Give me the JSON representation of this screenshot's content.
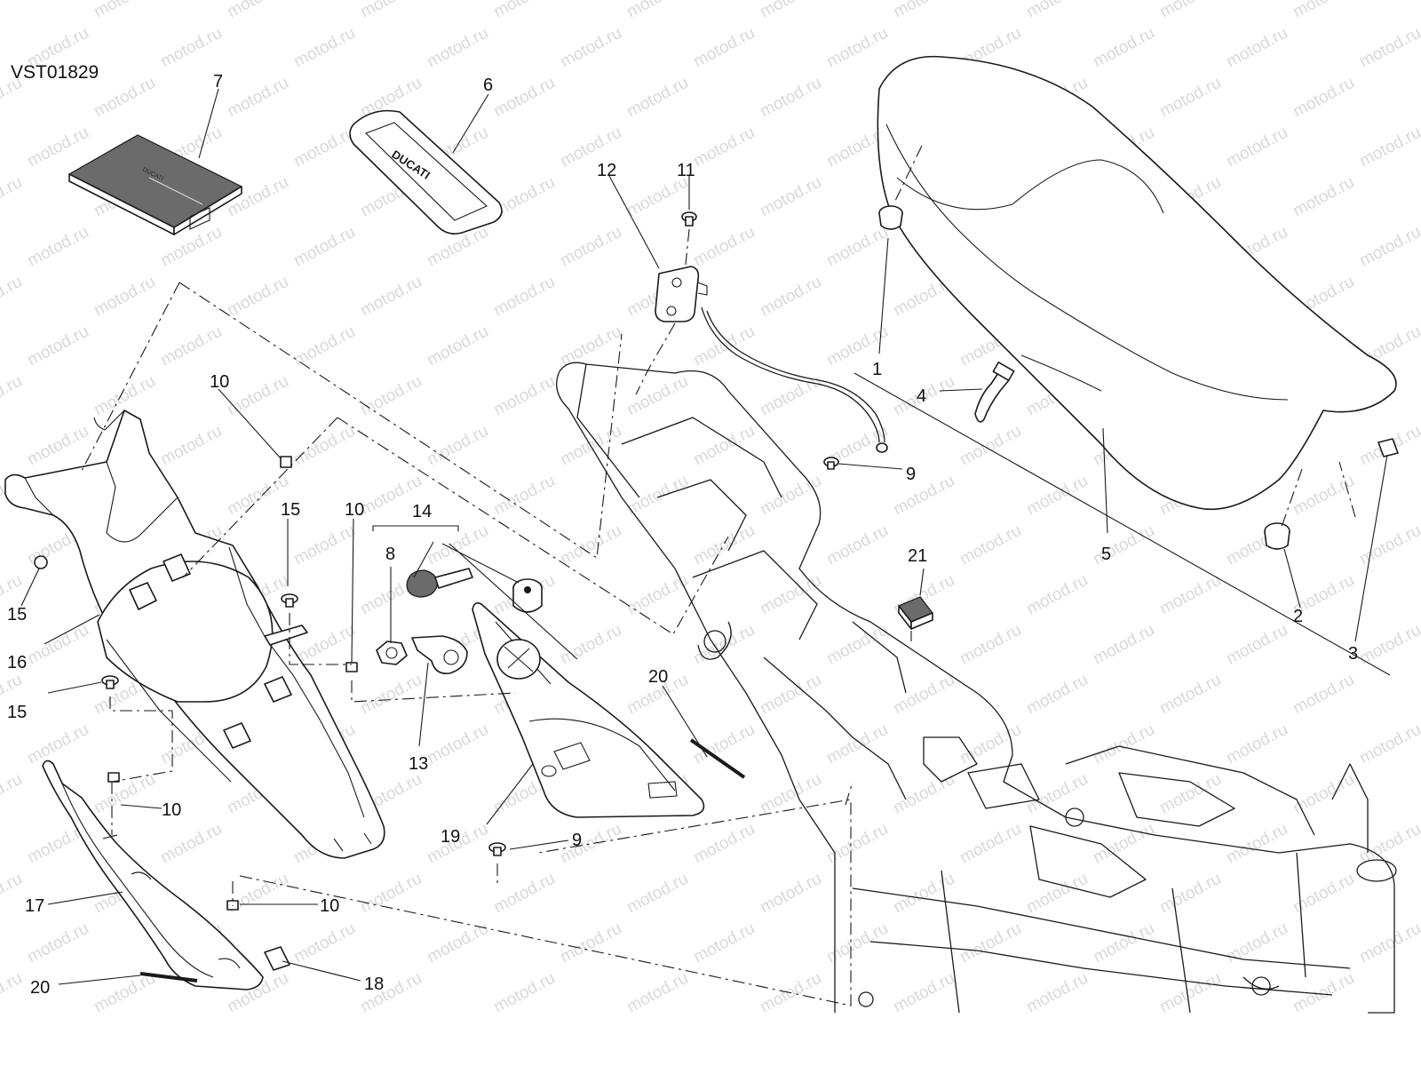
{
  "drawing": {
    "code": "VST01829",
    "watermark": "motod.ru",
    "accent_color": "#1a1a1a",
    "watermark_color": "#d9d9d9"
  },
  "labels": {
    "p1": "1",
    "p2": "2",
    "p3": "3",
    "p4": "4",
    "p5": "5",
    "p6": "6",
    "p7": "7",
    "p8": "8",
    "p9a": "9",
    "p9b": "9",
    "p10a": "10",
    "p10b": "10",
    "p10c": "10",
    "p10d": "10",
    "p11": "11",
    "p12": "12",
    "p13": "13",
    "p14": "14",
    "p15a": "15",
    "p15b": "15",
    "p15c": "15",
    "p16": "16",
    "p17": "17",
    "p18": "18",
    "p19": "19",
    "p20a": "20",
    "p20b": "20",
    "p21": "21"
  },
  "brand_marks": {
    "document_cover": "DUCATI",
    "tray_emboss": "DUCATI"
  }
}
